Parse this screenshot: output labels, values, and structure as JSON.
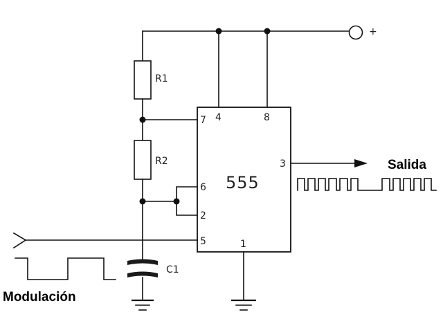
{
  "supply": {
    "plus": "+"
  },
  "resistors": {
    "r1": "R1",
    "r2": "R2"
  },
  "capacitor": {
    "c1": "C1"
  },
  "chip": {
    "name": "555",
    "pins": {
      "p4": "4",
      "p8": "8",
      "p7": "7",
      "p6": "6",
      "p2": "2",
      "p5": "5",
      "p3": "3",
      "p1": "1"
    }
  },
  "labels": {
    "output": "Salida",
    "input": "Modulación"
  }
}
